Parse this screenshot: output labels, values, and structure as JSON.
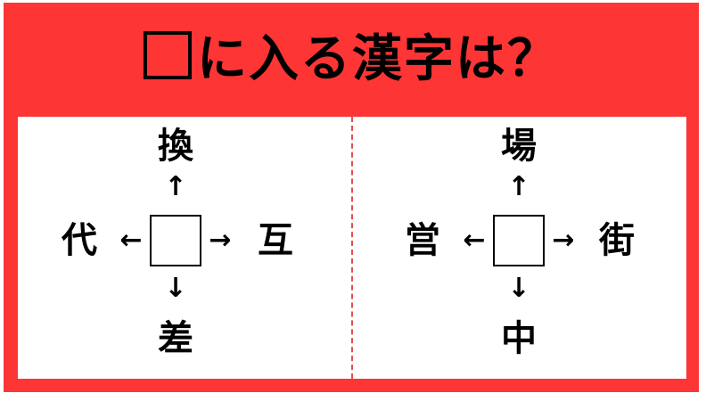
{
  "title": {
    "text": "に入る漢字は？"
  },
  "colors": {
    "background": "#fd3535",
    "panel": "#ffffff",
    "divider": "#e05050"
  },
  "puzzles": [
    {
      "top": "換",
      "left": "代",
      "right": "互",
      "bottom": "差"
    },
    {
      "top": "場",
      "left": "営",
      "right": "街",
      "bottom": "中"
    }
  ],
  "arrows": {
    "up": "↑",
    "down": "↓",
    "left": "←",
    "right": "→"
  }
}
